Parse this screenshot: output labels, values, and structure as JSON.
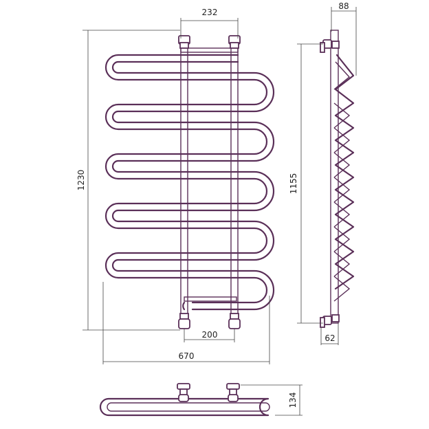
{
  "dimensions": {
    "width_total": "670",
    "height_total": "1230",
    "axis_top": "232",
    "axis_bottom": "200",
    "height_axis": "1155",
    "depth_top": "88",
    "depth_bottom": "62",
    "depth_plan": "134"
  },
  "colors": {
    "pipe": "#5a2f58",
    "dimension": "#444444"
  }
}
